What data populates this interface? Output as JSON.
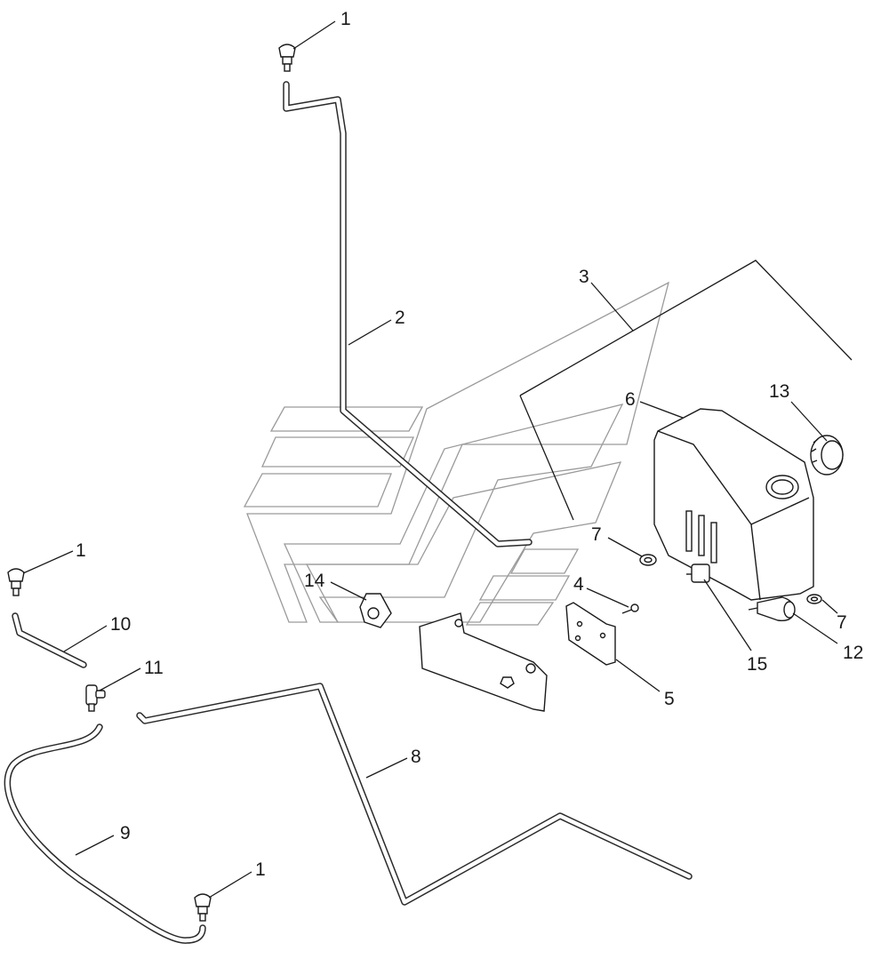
{
  "callouts": [
    {
      "id": "c1a",
      "label": "1"
    },
    {
      "id": "c2",
      "label": "2"
    },
    {
      "id": "c3",
      "label": "3"
    },
    {
      "id": "c6",
      "label": "6"
    },
    {
      "id": "c13",
      "label": "13"
    },
    {
      "id": "c7a",
      "label": "7"
    },
    {
      "id": "c4",
      "label": "4"
    },
    {
      "id": "c14",
      "label": "14"
    },
    {
      "id": "c1b",
      "label": "1"
    },
    {
      "id": "c10",
      "label": "10"
    },
    {
      "id": "c11",
      "label": "11"
    },
    {
      "id": "c5",
      "label": "5"
    },
    {
      "id": "c15",
      "label": "15"
    },
    {
      "id": "c12",
      "label": "12"
    },
    {
      "id": "c7b",
      "label": "7"
    },
    {
      "id": "c8",
      "label": "8"
    },
    {
      "id": "c9",
      "label": "9"
    },
    {
      "id": "c1c",
      "label": "1"
    }
  ],
  "colors": {
    "line": "#1a1a1a",
    "decal": "#9a9a9a",
    "background": "#ffffff"
  }
}
